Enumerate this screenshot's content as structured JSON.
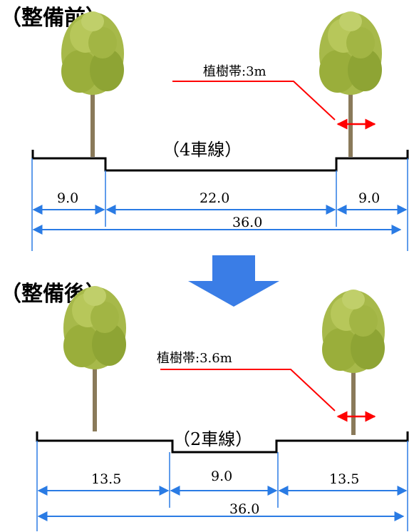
{
  "before": {
    "heading": "（整備前）",
    "lanes_label": "（4車線）",
    "planting_label": "植樹帯:3m",
    "dims": [
      "9.0",
      "22.0",
      "9.0"
    ],
    "total": "36.0"
  },
  "after": {
    "heading": "（整備後）",
    "lanes_label": "（2車線）",
    "planting_label": "植樹帯:3.6m",
    "dims": [
      "13.5",
      "9.0",
      "13.5"
    ],
    "total": "36.0"
  },
  "colors": {
    "dimension": "#2a7be4",
    "arrow_fill": "#3a7de6",
    "annotation": "#ff0000",
    "road": "#000000",
    "foliage": "#9bb03a",
    "trunk": "#8a7a5a"
  }
}
